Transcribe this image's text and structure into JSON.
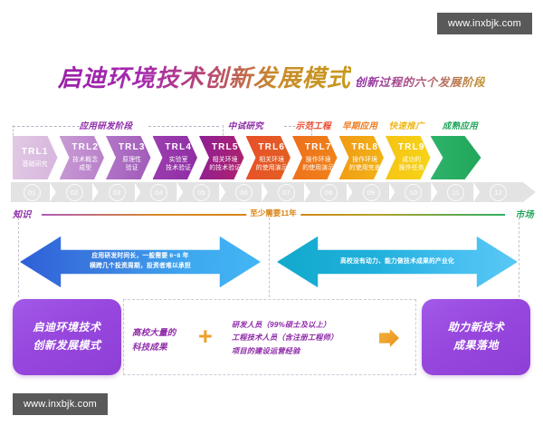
{
  "watermarks": {
    "top_right": "www.inxbjk.com",
    "bottom_left": "www.inxbjk.com"
  },
  "header": {
    "title": "启迪环境技术创新发展模式",
    "subtitle": "创新过程的六个发展阶段"
  },
  "stage_labels": [
    {
      "text": "应用研发阶段",
      "color": "#8e2aa8"
    },
    {
      "text": "中试研究",
      "color": "#8e2aa8"
    },
    {
      "text": "示范工程",
      "color": "#e8492b"
    },
    {
      "text": "早期应用",
      "color": "#ee7b1e"
    },
    {
      "text": "快速推广",
      "color": "#f0b81c"
    },
    {
      "text": "成熟应用",
      "color": "#22a65c"
    }
  ],
  "trl_stages": [
    {
      "code": "TRL1",
      "desc": "基础研究",
      "color_a": "#e2c9e4",
      "color_b": "#d6b5dd"
    },
    {
      "code": "TRL2",
      "desc": "技术概念\n成型",
      "color_a": "#c89bd4",
      "color_b": "#b97fc9"
    },
    {
      "code": "TRL3",
      "desc": "原理性\n验证",
      "color_a": "#b277c8",
      "color_b": "#a05ab8"
    },
    {
      "code": "TRL4",
      "desc": "实验室\n技术验证",
      "color_a": "#9b3fb0",
      "color_b": "#8f2ca3"
    },
    {
      "code": "TRL5",
      "desc": "相关环境\n的技术验证",
      "color_a": "#8e1f96",
      "color_b": "#b0216a"
    },
    {
      "code": "TRL6",
      "desc": "相关环境\n的使用演示",
      "color_a": "#e8502a",
      "color_b": "#e26020"
    },
    {
      "code": "TRL7",
      "desc": "操作环境\n的使用演示",
      "color_a": "#ed6f1d",
      "color_b": "#f08418"
    },
    {
      "code": "TRL8",
      "desc": "操作环境\n的使用完善",
      "color_a": "#f09a17",
      "color_b": "#f3b414"
    },
    {
      "code": "TRL9",
      "desc": "成功的\n操作任务",
      "color_a": "#f5c315",
      "color_b": "#f7d518"
    }
  ],
  "timeline_numbers": [
    "01",
    "02",
    "03",
    "04",
    "05",
    "06",
    "07",
    "08",
    "09",
    "10",
    "11",
    "12"
  ],
  "km_row": {
    "left": "知识",
    "middle": "至少需要11年",
    "right": "市场"
  },
  "arrows": [
    {
      "line1": "应用研发时间长，一般需要 6~8 年",
      "line2": "横跨几个投资周期，投资者难以承担"
    },
    {
      "line1": "高校没有动力、能力做技术成果的产业化",
      "line2": ""
    }
  ],
  "bottom": {
    "left_box_line1": "启迪环境技术",
    "left_box_line2": "创新发展模式",
    "item_a_line1": "高校大量的",
    "item_a_line2": "科技成果",
    "plus": "+",
    "item_b_line1": "研发人员（99%硕士及以上）",
    "item_b_line2": "工程技术人员（含注册工程师）",
    "item_b_line3": "项目的建设运营经验",
    "right_box_line1": "助力新技术",
    "right_box_line2": "成果落地"
  }
}
